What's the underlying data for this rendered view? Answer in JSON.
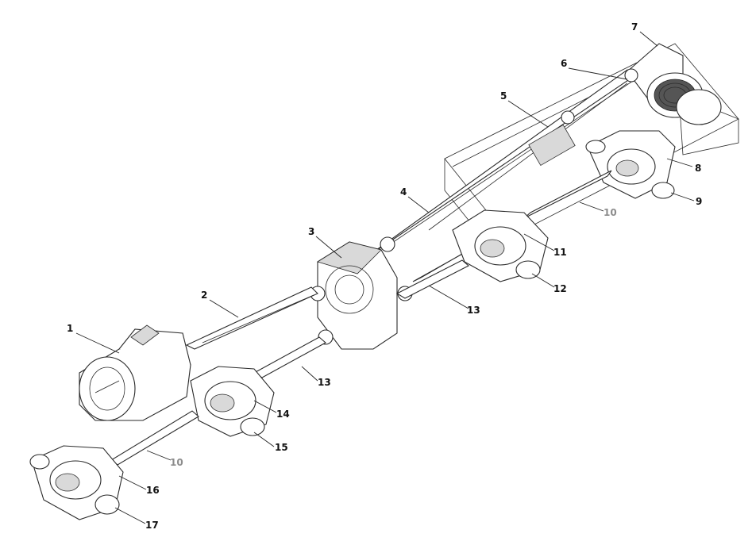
{
  "labels": [
    {
      "id": "1",
      "text": "1"
    },
    {
      "id": "2",
      "text": "2"
    },
    {
      "id": "3",
      "text": "3"
    },
    {
      "id": "4",
      "text": "4"
    },
    {
      "id": "5",
      "text": "5"
    },
    {
      "id": "6",
      "text": "6"
    },
    {
      "id": "7",
      "text": "7"
    },
    {
      "id": "8",
      "text": "8"
    },
    {
      "id": "9",
      "text": "9"
    },
    {
      "id": "10a",
      "text": "10"
    },
    {
      "id": "11",
      "text": "11"
    },
    {
      "id": "12",
      "text": "12"
    },
    {
      "id": "13a",
      "text": "13"
    },
    {
      "id": "13b",
      "text": "13"
    },
    {
      "id": "14",
      "text": "14"
    },
    {
      "id": "15",
      "text": "15"
    },
    {
      "id": "10b",
      "text": "10"
    },
    {
      "id": "16",
      "text": "16"
    },
    {
      "id": "17",
      "text": "17"
    }
  ],
  "colors": {
    "ink": "#2a2a2a",
    "label": "#111111",
    "label_muted": "#8c8c8c"
  }
}
